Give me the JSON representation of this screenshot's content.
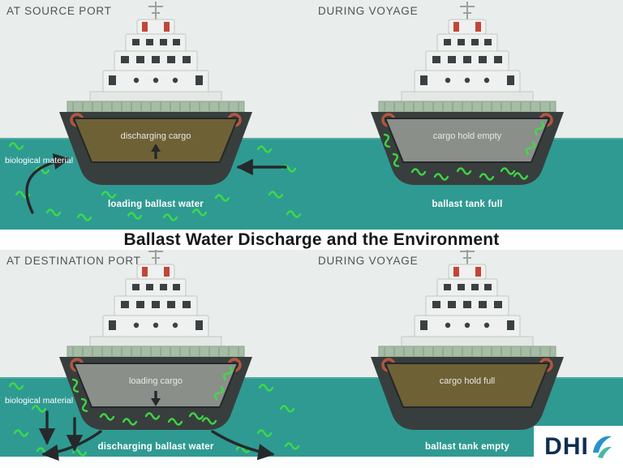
{
  "title": "Ballast Water Discharge and the Environment",
  "logo": {
    "text": "DHI"
  },
  "colors": {
    "water": "#2f9a92",
    "sky": "#e9edeb",
    "hull": "#383e3d",
    "deck_green": "#a6bca5",
    "superstructure": "#eef1ef",
    "window_dark": "#3b4143",
    "hold_full_brown": "#6f6136",
    "hold_empty_gray": "#8b8f8a",
    "bio_green": "#3ddd45",
    "arrow_dark": "#25292b",
    "funnel_red": "#c24638",
    "lifebuoy_red": "#b3563e",
    "dhi_navy": "#0d2f51",
    "dhi_blue": "#2494c9",
    "dhi_teal": "#46b8a9"
  },
  "panels": [
    {
      "id": "source-port",
      "header": "AT SOURCE PORT",
      "hold_label": "discharging cargo",
      "water_label": "loading ballast water",
      "side_label": "biological material",
      "hold_state": "brown",
      "cargo_arrow": "up",
      "water_arrows": true,
      "bio_in_water": true,
      "ballast_full": false
    },
    {
      "id": "during-voyage-after-source",
      "header": "DURING VOYAGE",
      "hold_label": "cargo hold empty",
      "water_label": "ballast tank full",
      "hold_state": "gray",
      "cargo_arrow": null,
      "water_arrows": false,
      "bio_in_water": false,
      "ballast_full": true
    },
    {
      "id": "destination-port",
      "header": "AT DESTINATION PORT",
      "hold_label": "loading cargo",
      "water_label": "discharging ballast water",
      "side_label": "biological material",
      "hold_state": "gray",
      "cargo_arrow": "down",
      "water_arrows": true,
      "bio_in_water": true,
      "ballast_full": true
    },
    {
      "id": "during-voyage-after-destination",
      "header": "DURING VOYAGE",
      "hold_label": "cargo hold full",
      "water_label": "ballast tank empty",
      "hold_state": "brown",
      "cargo_arrow": null,
      "water_arrows": false,
      "bio_in_water": false,
      "ballast_full": false
    }
  ]
}
